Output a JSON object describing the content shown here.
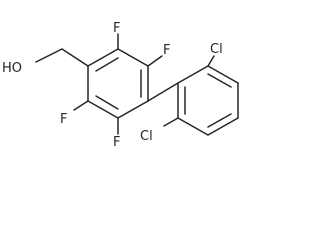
{
  "molecule": {
    "atoms": {
      "hydroxyl": "HO",
      "f_top_left": "F",
      "f_top_right": "F",
      "f_left": "F",
      "f_bottom": "F",
      "cl_top": "Cl",
      "cl_bottom": "Cl"
    }
  }
}
